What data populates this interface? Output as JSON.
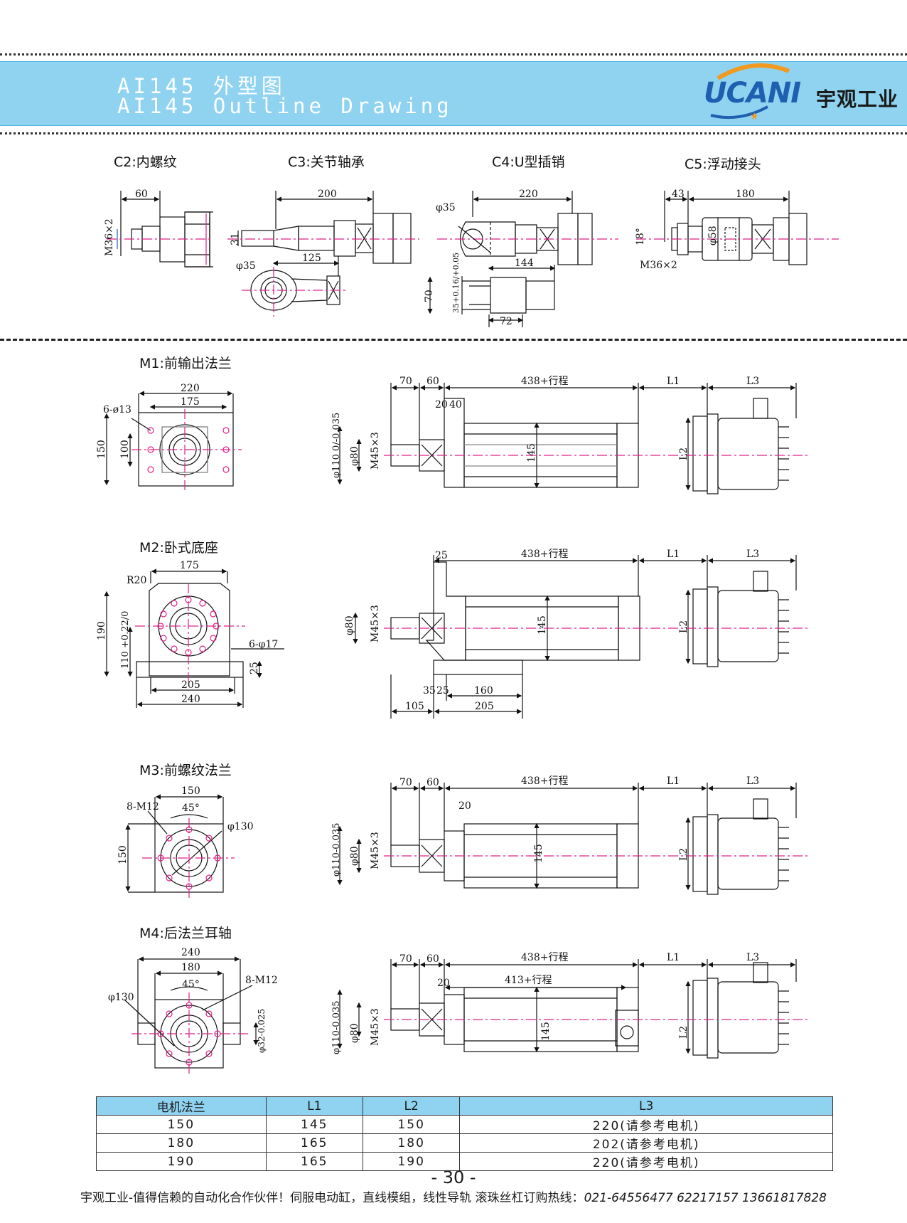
{
  "header": {
    "title_cn": "AI145  外型图",
    "title_en": "AI145  Outline Drawing",
    "logo_brand": "UCANI",
    "logo_cn": "宇观工业"
  },
  "options": {
    "c2": "C2:内螺纹",
    "c3": "C3:关节轴承",
    "c4": "C4:U型插销",
    "c5": "C5:浮动接头",
    "m1": "M1:前输出法兰",
    "m2": "M2:卧式底座",
    "m3": "M3:前螺纹法兰",
    "m4": "M4:后法兰耳轴"
  },
  "dims": {
    "c2": {
      "len": "60",
      "thread": "M36×2"
    },
    "c3": {
      "len": "200",
      "h": "31",
      "len2": "125",
      "dia": "φ35"
    },
    "c4": {
      "len": "220",
      "dia": "φ35",
      "len2": "144",
      "h": "70",
      "tol": "35+0.16/+0.05",
      "w": "72"
    },
    "c5": {
      "a": "43",
      "b": "180",
      "ang": "18°",
      "dia": "φ58",
      "thread": "M36×2"
    },
    "m1": {
      "w1": "220",
      "w2": "175",
      "holes": "6-ø13",
      "h1": "150",
      "h2": "100",
      "s70": "70",
      "s60": "60",
      "stroke": "438+行程",
      "l1": "L1",
      "l3": "L3",
      "s20": "20",
      "s40": "40",
      "d110": "φ110 0/-0.035",
      "d80": "φ80",
      "m45": "M45×3",
      "h145": "145",
      "l2": "L2"
    },
    "m2": {
      "w175": "175",
      "r20": "R20",
      "h190": "190",
      "h110": "110 +0.22/0",
      "holes": "6-φ17",
      "t25": "25",
      "w205": "205",
      "w240": "240",
      "s25": "25",
      "stroke": "438+行程",
      "l1": "L1",
      "l3": "L3",
      "d80": "φ80",
      "m45": "M45×3",
      "h145": "145",
      "l2": "L2",
      "b35": "35",
      "b25": "25",
      "b160": "160",
      "b105": "105",
      "b205": "205"
    },
    "m3": {
      "w150": "150",
      "holes": "8-M12",
      "ang": "45°",
      "d130": "φ130",
      "h150": "150",
      "s70": "70",
      "s60": "60",
      "stroke": "438+行程",
      "l1": "L1",
      "l3": "L3",
      "s20": "20",
      "d110": "φ110-0.035",
      "d80": "φ80",
      "m45": "M45×3",
      "h145": "145",
      "l2": "L2"
    },
    "m4": {
      "w240": "240",
      "w180": "180",
      "ang": "45°",
      "holes": "8-M12",
      "d130": "φ130",
      "d32": "φ32-0.025",
      "s70": "70",
      "s60": "60",
      "stroke": "438+行程",
      "stroke2": "413+行程",
      "l1": "L1",
      "l3": "L3",
      "s20": "20",
      "d110": "φ110-0.035",
      "d80": "φ80",
      "m45": "M45×3",
      "h145": "145",
      "l2": "L2"
    }
  },
  "table": {
    "headers": [
      "电机法兰",
      "L1",
      "L2",
      "L3"
    ],
    "rows": [
      [
        "150",
        "145",
        "150",
        "220(请参考电机)"
      ],
      [
        "180",
        "165",
        "180",
        "202(请参考电机)"
      ],
      [
        "190",
        "165",
        "190",
        "220(请参考电机)"
      ]
    ]
  },
  "page_number": "- 30 -",
  "footer": {
    "text": "宇观工业-值得信赖的自动化合作伙伴！伺服电动缸，直线模组，线性导轨 滚珠丝杠订购热线：",
    "phones": "021-64556477  62217157 13661817828"
  },
  "colors": {
    "header_bg": "#8fd3f1",
    "centerline": "#e0208a",
    "logo_blue": "#1f5fb0",
    "logo_orange": "#f29a1f"
  }
}
